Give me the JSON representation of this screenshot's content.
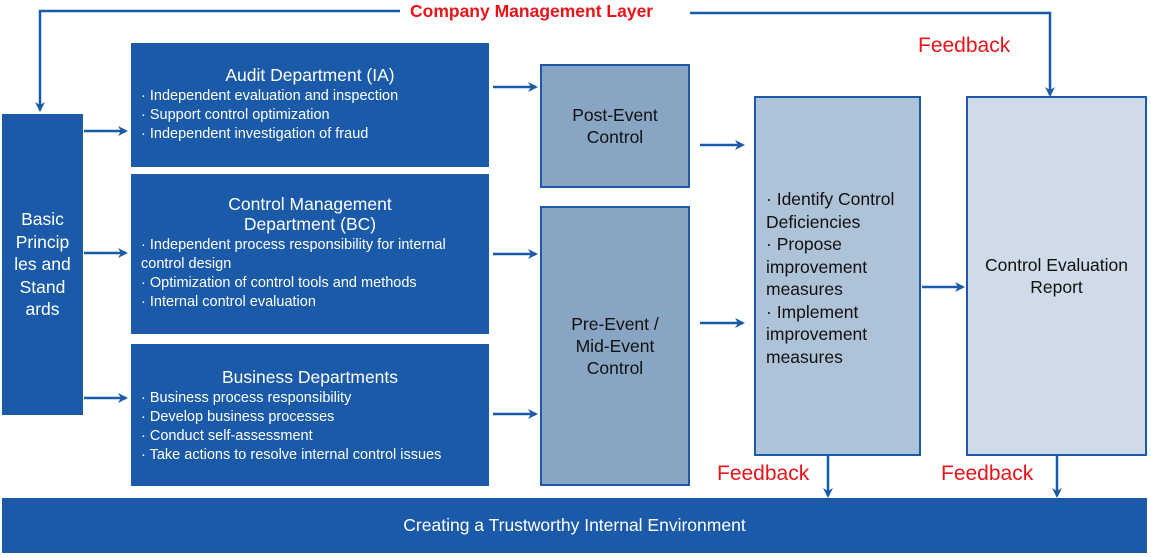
{
  "company_layer_label": "Company Management Layer",
  "feedback_label": "Feedback",
  "basic_principles": "Basic Princip les and Stand ards",
  "departments": [
    {
      "title": "Audit Department (IA)",
      "items": [
        "Independent evaluation and inspection",
        "Support control optimization",
        "Independent investigation of fraud"
      ]
    },
    {
      "title": "Control Management Department (BC)",
      "items": [
        "Independent process responsibility for internal control design",
        "Optimization of control tools and methods",
        "Internal control evaluation"
      ]
    },
    {
      "title": "Business Departments",
      "items": [
        "Business process responsibility",
        "Develop business processes",
        "Conduct self-assessment",
        "Take actions to resolve internal control issues"
      ]
    }
  ],
  "post_event": "Post-Event Control",
  "pre_event": "Pre-Event / Mid-Event Control",
  "improvement_items": [
    "Identify Control Deficiencies",
    "Propose improvement measures",
    "Implement improvement measures"
  ],
  "report": "Control Evaluation Report",
  "bottom_bar": "Creating a Trustworthy Internal Environment",
  "colors": {
    "dark_blue": "#1a5aa8",
    "mid_blue": "#88a6c4",
    "light_blue": "#aec2d8",
    "lighter_blue": "#cfdbe8",
    "red": "#e8141a"
  }
}
